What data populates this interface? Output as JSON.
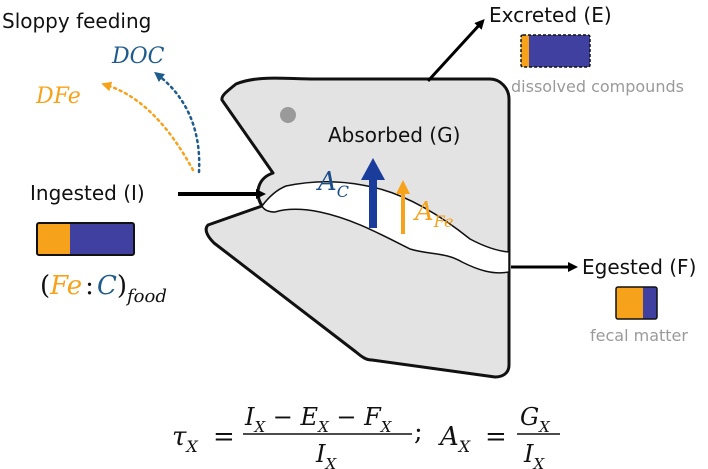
{
  "labels": {
    "sloppy_feeding": "Sloppy feeding",
    "doc": "DOC",
    "dfe": "DFe",
    "ingested": "Ingested (I)",
    "excreted": "Excreted (E)",
    "dissolved": "dissolved compounds",
    "absorbed": "Absorbed (G)",
    "egested": "Egested (F)",
    "fecal": "fecal matter"
  },
  "fe_c_ratio": {
    "open": "(",
    "fe": "Fe",
    "colon": ":",
    "c": "C",
    "close": ")",
    "sub": "food"
  },
  "uptake": {
    "a": "A",
    "c_sub": "C",
    "fe_sub": "Fe"
  },
  "equation": {
    "tau": "τ",
    "tau_sub": "X",
    "equals": "=",
    "num_i": "I",
    "num_i_sub": "X",
    "minus1": " − ",
    "num_e": "E",
    "num_e_sub": "X",
    "minus2": " − ",
    "num_f": "F",
    "num_f_sub": "X",
    "den_i": "I",
    "den_i_sub": "X",
    "semicolon": ";",
    "a": "A",
    "a_sub": "X",
    "equals2": "=",
    "num_g": "G",
    "num_g_sub": "X",
    "den2_i": "I",
    "den2_i_sub": "X"
  },
  "colors": {
    "iron": "#F7A21B",
    "carbon": "#4040A0",
    "doc_blue": "#1F5C8C",
    "arrow_blue": "#1A3C9A",
    "body_fill": "#E3E3E3",
    "fecal_label": "#9a9a9a"
  },
  "icons": {
    "eye": "eye-dot-icon",
    "arrows": "arrow-icon"
  }
}
